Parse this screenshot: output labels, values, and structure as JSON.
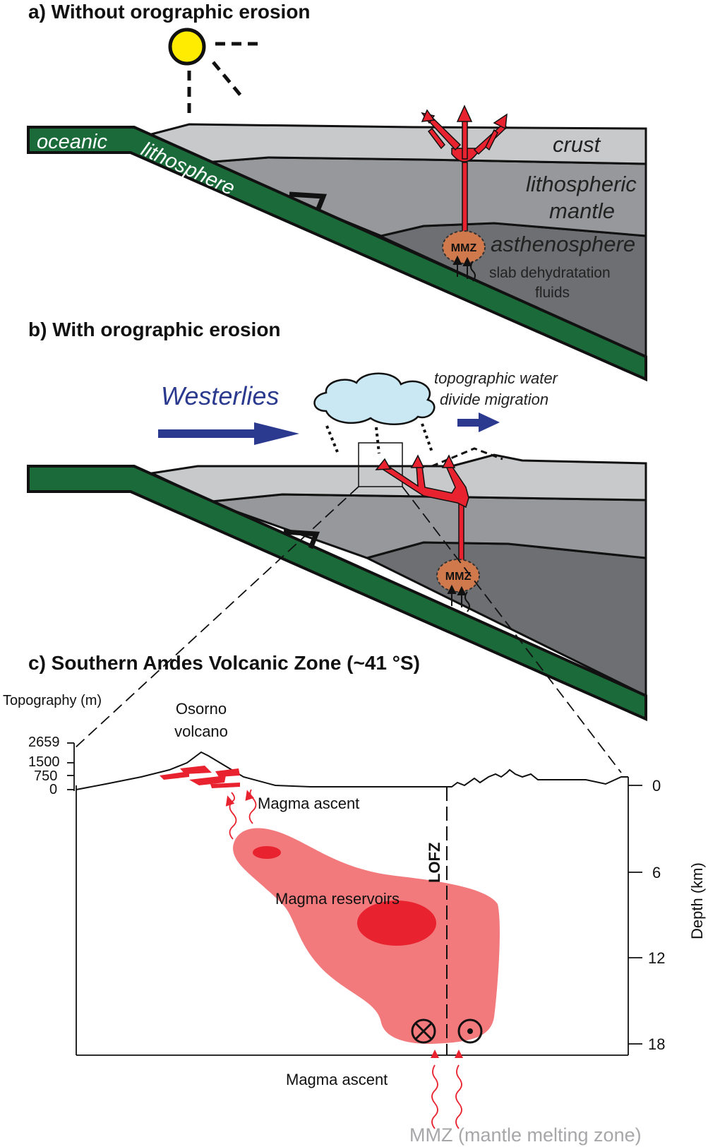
{
  "panel_a": {
    "title": "a) Without orographic erosion",
    "oceanic": "oceanic",
    "lithosphere": "lithosphere",
    "crust": "crust",
    "lith_mantle_1": "lithospheric",
    "lith_mantle_2": "mantle",
    "asthenosphere": "asthenosphere",
    "mmz": "MMZ",
    "slab_fluids_1": "slab dehydratation",
    "slab_fluids_2": "fluids"
  },
  "panel_b": {
    "title": "b) With orographic erosion",
    "westerlies": "Westerlies",
    "divide_1": "topographic water",
    "divide_2": "divide migration",
    "mmz": "MMZ"
  },
  "panel_c": {
    "title": "c) Southern Andes Volcanic Zone (~41 °S)",
    "topo_label": "Topography (m)",
    "topo_ticks": [
      "2659",
      "1500",
      "750",
      "0"
    ],
    "volcano_1": "Osorno",
    "volcano_2": "volcano",
    "magma_ascent_upper": "Magma ascent",
    "magma_reservoirs": "Magma reservoirs",
    "lofz": "LOFZ",
    "depth_label": "Depth (km)",
    "depth_ticks": [
      "0",
      "6",
      "12",
      "18"
    ],
    "magma_ascent_lower": "Magma ascent",
    "mmz_caption": "MMZ (mantle melting zone)"
  },
  "colors": {
    "slab": "#1b6b3a",
    "crust": "#c8c9cb",
    "lith_mantle": "#97989b",
    "asthenosphere": "#6e6f72",
    "magma": "#e8222e",
    "reservoir": "#f27a7d",
    "mmz": "#d0794c",
    "cloud": "#c9e8f3",
    "wind": "#2b3a8f",
    "sun": "#ffec00"
  }
}
